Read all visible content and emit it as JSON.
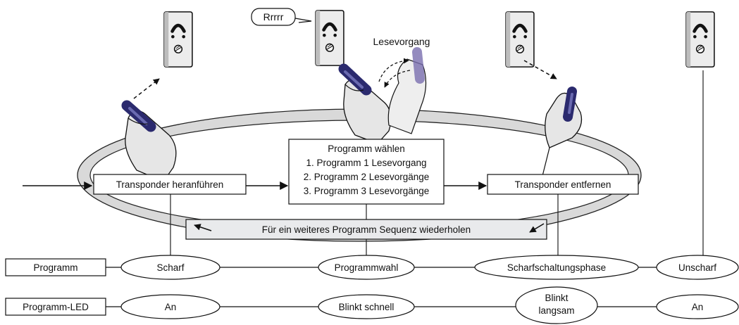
{
  "callout": "Rrrrr",
  "reading_label": "Lesevorgang",
  "steps": {
    "approach": "Transponder heranführen",
    "select_title": "Programm wählen",
    "select_options": [
      "1. Programm 1 Lesevorgang",
      "2. Programm 2 Lesevorgänge",
      "3. Programm 3 Lesevorgänge"
    ],
    "remove": "Transponder entfernen",
    "repeat": "Für ein weiteres Programm Sequenz wiederholen"
  },
  "rows": [
    {
      "label": "Programm",
      "states": [
        "Scharf",
        "Programmwahl",
        "Scharfschaltungsphase",
        "Unscharf"
      ]
    },
    {
      "label": "Programm-LED",
      "states": [
        "An",
        "Blinkt schnell",
        "Blinkt",
        "langsam",
        "An"
      ]
    }
  ],
  "colors": {
    "loop_fill": "#d9d9d9",
    "panel_fill": "#e9eaec",
    "stroke": "#222222",
    "fob": "#2b2a6e",
    "hand": "#e6e6e6"
  }
}
